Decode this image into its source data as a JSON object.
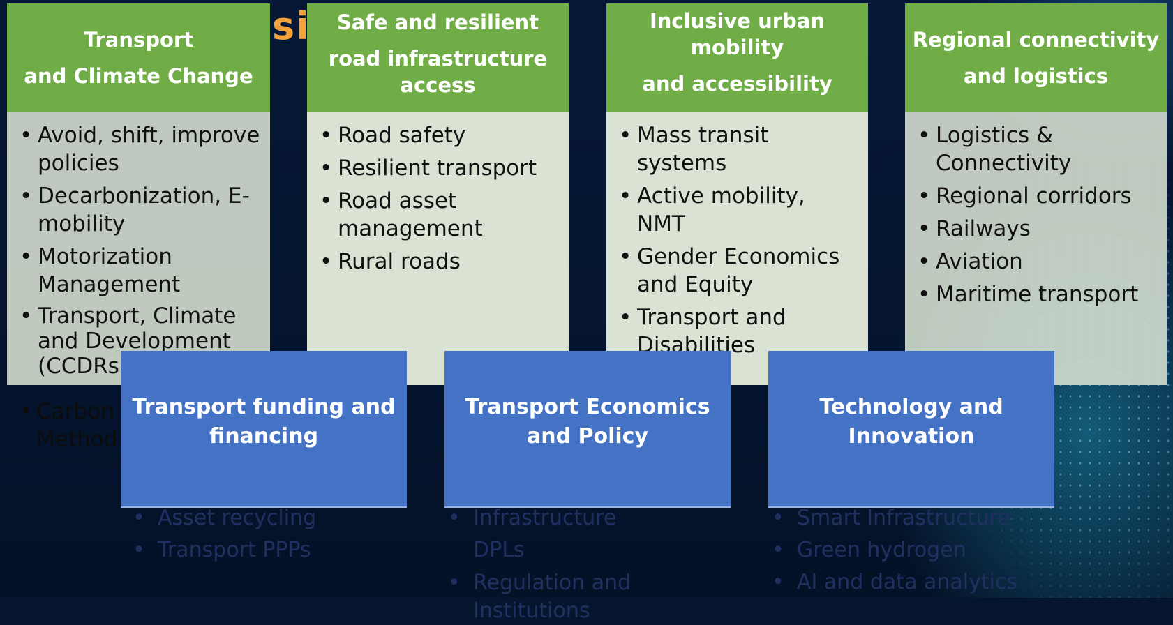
{
  "title_fragment": "si",
  "title_fragment_tail": "s",
  "columns": [
    {
      "heading": [
        "Transport",
        "and Climate Change"
      ],
      "items": [
        "Avoid, shift, improve policies",
        "Decarbonization, E-mobility",
        "Motorization Management",
        "Transport, Climate and Development (CCDRs)"
      ],
      "overflow_item": "Carbon F… Method…"
    },
    {
      "heading": [
        "Safe and resilient",
        "road infrastructure access"
      ],
      "items": [
        "Road safety",
        "Resilient transport",
        "Road asset management",
        "Rural roads"
      ]
    },
    {
      "heading": [
        "Inclusive urban mobility",
        "and accessibility"
      ],
      "items": [
        "Mass transit systems",
        "Active mobility, NMT",
        "Gender Economics and Equity",
        "Transport and Disabilities"
      ]
    },
    {
      "heading": [
        "Regional connectivity",
        "and logistics"
      ],
      "items": [
        "Logistics & Connectivity",
        "Regional corridors",
        "Railways",
        "Aviation",
        "Maritime transport"
      ]
    }
  ],
  "overflow_text": [
    "Carbon F",
    "Method"
  ],
  "blue_boxes": [
    {
      "heading": [
        "Transport funding and",
        "financing"
      ],
      "items": [
        "Asset recycling",
        "Transport PPPs"
      ]
    },
    {
      "heading": [
        "Transport Economics",
        "and Policy"
      ],
      "items": [
        "Infrastructure DPLs",
        "Regulation and Institutions"
      ]
    },
    {
      "heading": [
        "Technology and",
        "Innovation"
      ],
      "items": [
        "Smart Infrastructure",
        "Green hydrogen",
        "AI and data analytics"
      ]
    }
  ],
  "colors": {
    "background": "#05152e",
    "green_header": "#70ad47",
    "body_fill": "#dae3d3",
    "blue_box": "#4472c4",
    "title_orange": "#f4a23c"
  }
}
